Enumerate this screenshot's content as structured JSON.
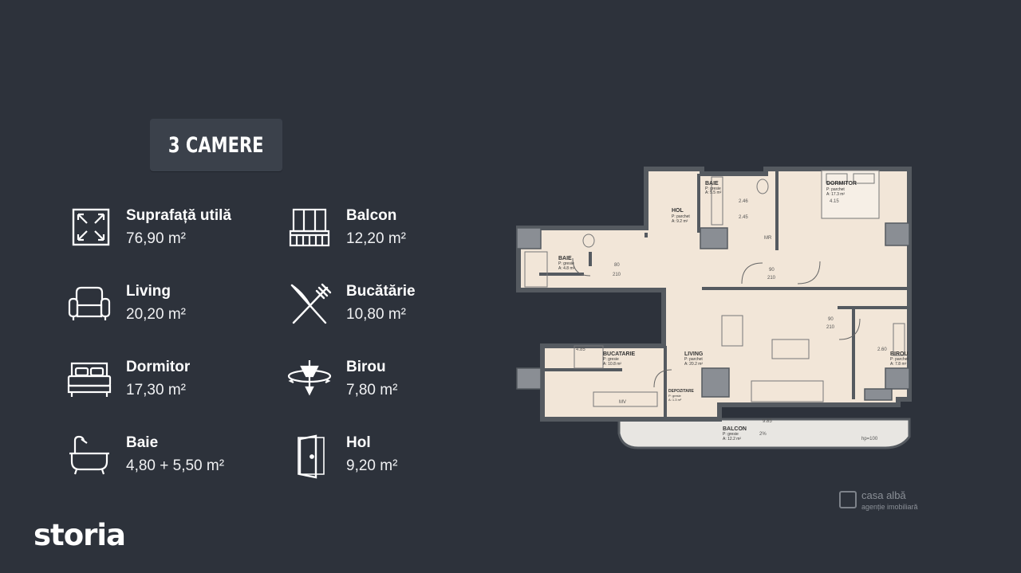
{
  "badge": {
    "label": "3 CAMERE"
  },
  "specs": [
    {
      "label": "Suprafață utilă",
      "value": "76,90 m²",
      "icon": "expand-arrows-icon"
    },
    {
      "label": "Balcon",
      "value": "12,20 m²",
      "icon": "balcony-icon"
    },
    {
      "label": "Living",
      "value": "20,20 m²",
      "icon": "armchair-icon"
    },
    {
      "label": "Bucătărie",
      "value": "10,80 m²",
      "icon": "knife-fork-icon"
    },
    {
      "label": "Dormitor",
      "value": "17,30 m²",
      "icon": "bed-icon"
    },
    {
      "label": "Birou",
      "value": "7,80 m²",
      "icon": "desk-lamp-icon"
    },
    {
      "label": "Baie",
      "value": "4,80 + 5,50 m²",
      "icon": "bathtub-icon"
    },
    {
      "label": "Hol",
      "value": "9,20 m²",
      "icon": "door-icon"
    }
  ],
  "plan": {
    "rooms": [
      {
        "name": "DORMITOR",
        "info": "P: parchet",
        "area": "A: 17.3 m²"
      },
      {
        "name": "HOL",
        "info": "P: parchet",
        "area": "A: 9.2 m²"
      },
      {
        "name": "BAIE",
        "info": "P: gresie",
        "area": "A: 5.5 m²"
      },
      {
        "name": "BAIE",
        "info": "P: gresie",
        "area": "A: 4.8 m²"
      },
      {
        "name": "BUCATARIE",
        "info": "P: gresie",
        "area": "A: 10.8 m²"
      },
      {
        "name": "LIVING",
        "info": "P: parchet",
        "area": "A: 20.2 m²"
      },
      {
        "name": "BIROU",
        "info": "P: parchet",
        "area": "A: 7.8 m²"
      },
      {
        "name": "DEPOZITARE",
        "info": "P: gresie",
        "area": "A: 1.3 m²"
      },
      {
        "name": "BALCON",
        "info": "P: gresie",
        "area": "A: 12.2 m²"
      }
    ],
    "dims": [
      "4.15",
      "4.85",
      "2.60",
      "9.85",
      "2.46",
      "2.45",
      "80",
      "210",
      "90",
      "210",
      "90",
      "210",
      "hp=100",
      "MR",
      "MV",
      "2%"
    ]
  },
  "brand": {
    "name": "storia",
    "agency": "casa albă",
    "agency_sub": "agenție imobiliară"
  },
  "colors": {
    "background": "#2d323b",
    "badge": "#3b414b",
    "plan_floor": "#f2e6d8",
    "wall": "#555a60"
  }
}
